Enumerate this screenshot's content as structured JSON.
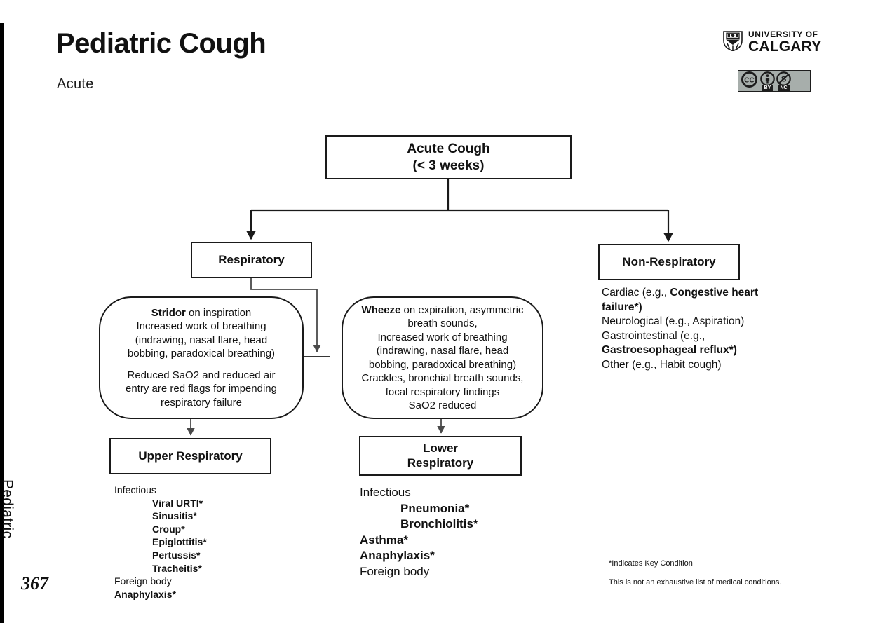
{
  "header": {
    "title": "Pediatric Cough",
    "subtitle": "Acute",
    "logo": {
      "line1": "UNIVERSITY OF",
      "line2": "CALGARY",
      "crest_icon": "university-crest-icon"
    },
    "license": {
      "name": "cc-by-nc-badge",
      "cc_label": "CC",
      "by_label": "BY",
      "nc_label": "NC",
      "background_color": "#a7aeab"
    }
  },
  "side": {
    "section_label": "Pediatric",
    "page_number": "367"
  },
  "flowchart": {
    "type": "decision-tree",
    "nodes": {
      "root": {
        "line1": "Acute Cough",
        "line2": "(< 3 weeks)"
      },
      "respiratory": {
        "label": "Respiratory"
      },
      "non_respiratory": {
        "label": "Non-Respiratory"
      },
      "upper_respiratory": {
        "label": "Upper Respiratory"
      },
      "lower_respiratory": {
        "line1": "Lower",
        "line2": "Respiratory"
      },
      "stridor_findings": {
        "lead_bold": "Stridor",
        "lead_rest": " on inspiration",
        "line2": "Increased work of breathing",
        "line3": "(indrawing, nasal flare, head",
        "line4": "bobbing, paradoxical breathing)",
        "line5": "Reduced SaO2 and reduced air",
        "line6": "entry are red flags for impending",
        "line7": "respiratory failure"
      },
      "wheeze_findings": {
        "lead_bold": "Wheeze",
        "lead_rest": " on expiration, asymmetric",
        "line2": "breath sounds,",
        "line3": "Increased work of breathing",
        "line4": "(indrawing, nasal flare, head",
        "line5": "bobbing, paradoxical breathing)",
        "line6": "Crackles, bronchial breath sounds,",
        "line7": "focal respiratory findings",
        "line8": "SaO2 reduced"
      }
    },
    "lists": {
      "non_respiratory": [
        {
          "text": "Cardiac (e.g., ",
          "bold": false
        },
        {
          "text": "Congestive heart failure*)",
          "bold": true
        },
        {
          "text": "Neurological (e.g., Aspiration)",
          "bold": false
        },
        {
          "text": "Gastrointestinal (e.g., ",
          "bold": false
        },
        {
          "text": "Gastroesophageal reflux*)",
          "bold": true
        },
        {
          "text": "Other (e.g., Habit cough)",
          "bold": false
        }
      ],
      "upper_respiratory": [
        {
          "text": "Infectious",
          "bold": false,
          "indent": false
        },
        {
          "text": "Viral URTI*",
          "bold": true,
          "indent": true
        },
        {
          "text": "Sinusitis*",
          "bold": true,
          "indent": true
        },
        {
          "text": "Croup*",
          "bold": true,
          "indent": true
        },
        {
          "text": "Epiglottitis*",
          "bold": true,
          "indent": true
        },
        {
          "text": "Pertussis*",
          "bold": true,
          "indent": true
        },
        {
          "text": "Tracheitis*",
          "bold": true,
          "indent": true
        },
        {
          "text": "Foreign body",
          "bold": false,
          "indent": false
        },
        {
          "text": "Anaphylaxis*",
          "bold": true,
          "indent": false
        }
      ],
      "lower_respiratory": [
        {
          "text": "Infectious",
          "bold": false,
          "indent": false
        },
        {
          "text": "Pneumonia*",
          "bold": true,
          "indent": true
        },
        {
          "text": "Bronchiolitis*",
          "bold": true,
          "indent": true
        },
        {
          "text": "Asthma*",
          "bold": true,
          "indent": false
        },
        {
          "text": "Anaphylaxis*",
          "bold": true,
          "indent": false
        },
        {
          "text": "Foreign body",
          "bold": false,
          "indent": false
        }
      ]
    }
  },
  "footnotes": {
    "key_condition": "*Indicates Key Condition",
    "disclaimer": "This is not an exhaustive list of medical conditions."
  }
}
